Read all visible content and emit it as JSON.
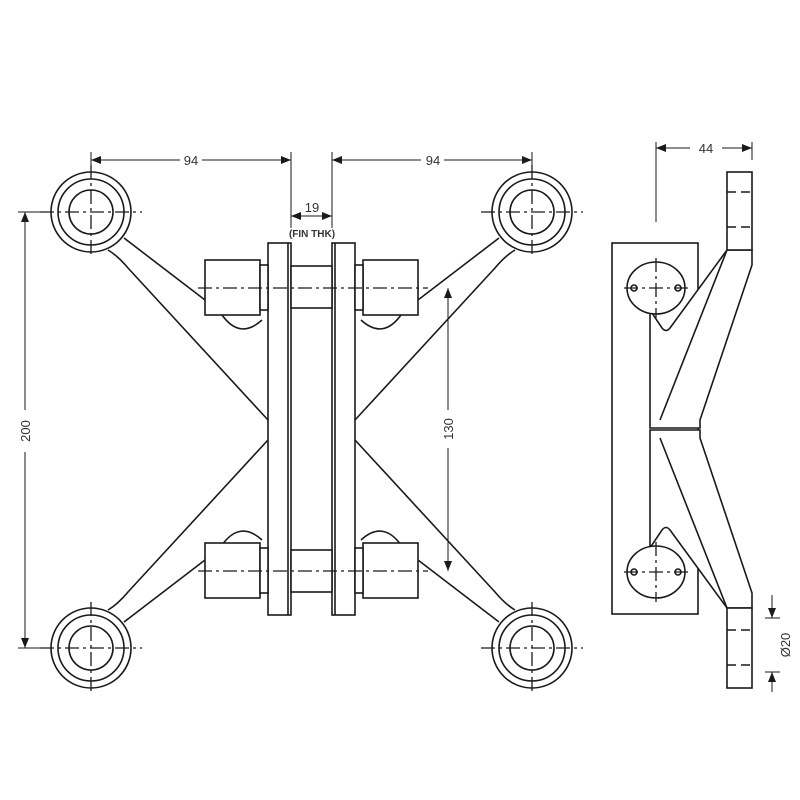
{
  "dimensions": {
    "arm_left": "94",
    "arm_right": "94",
    "fin_gap": "19",
    "fin_note": "(FIN THK)",
    "total_height": "200",
    "bolt_spacing": "130",
    "side_depth": "44",
    "hole_dia": "Ø20"
  }
}
